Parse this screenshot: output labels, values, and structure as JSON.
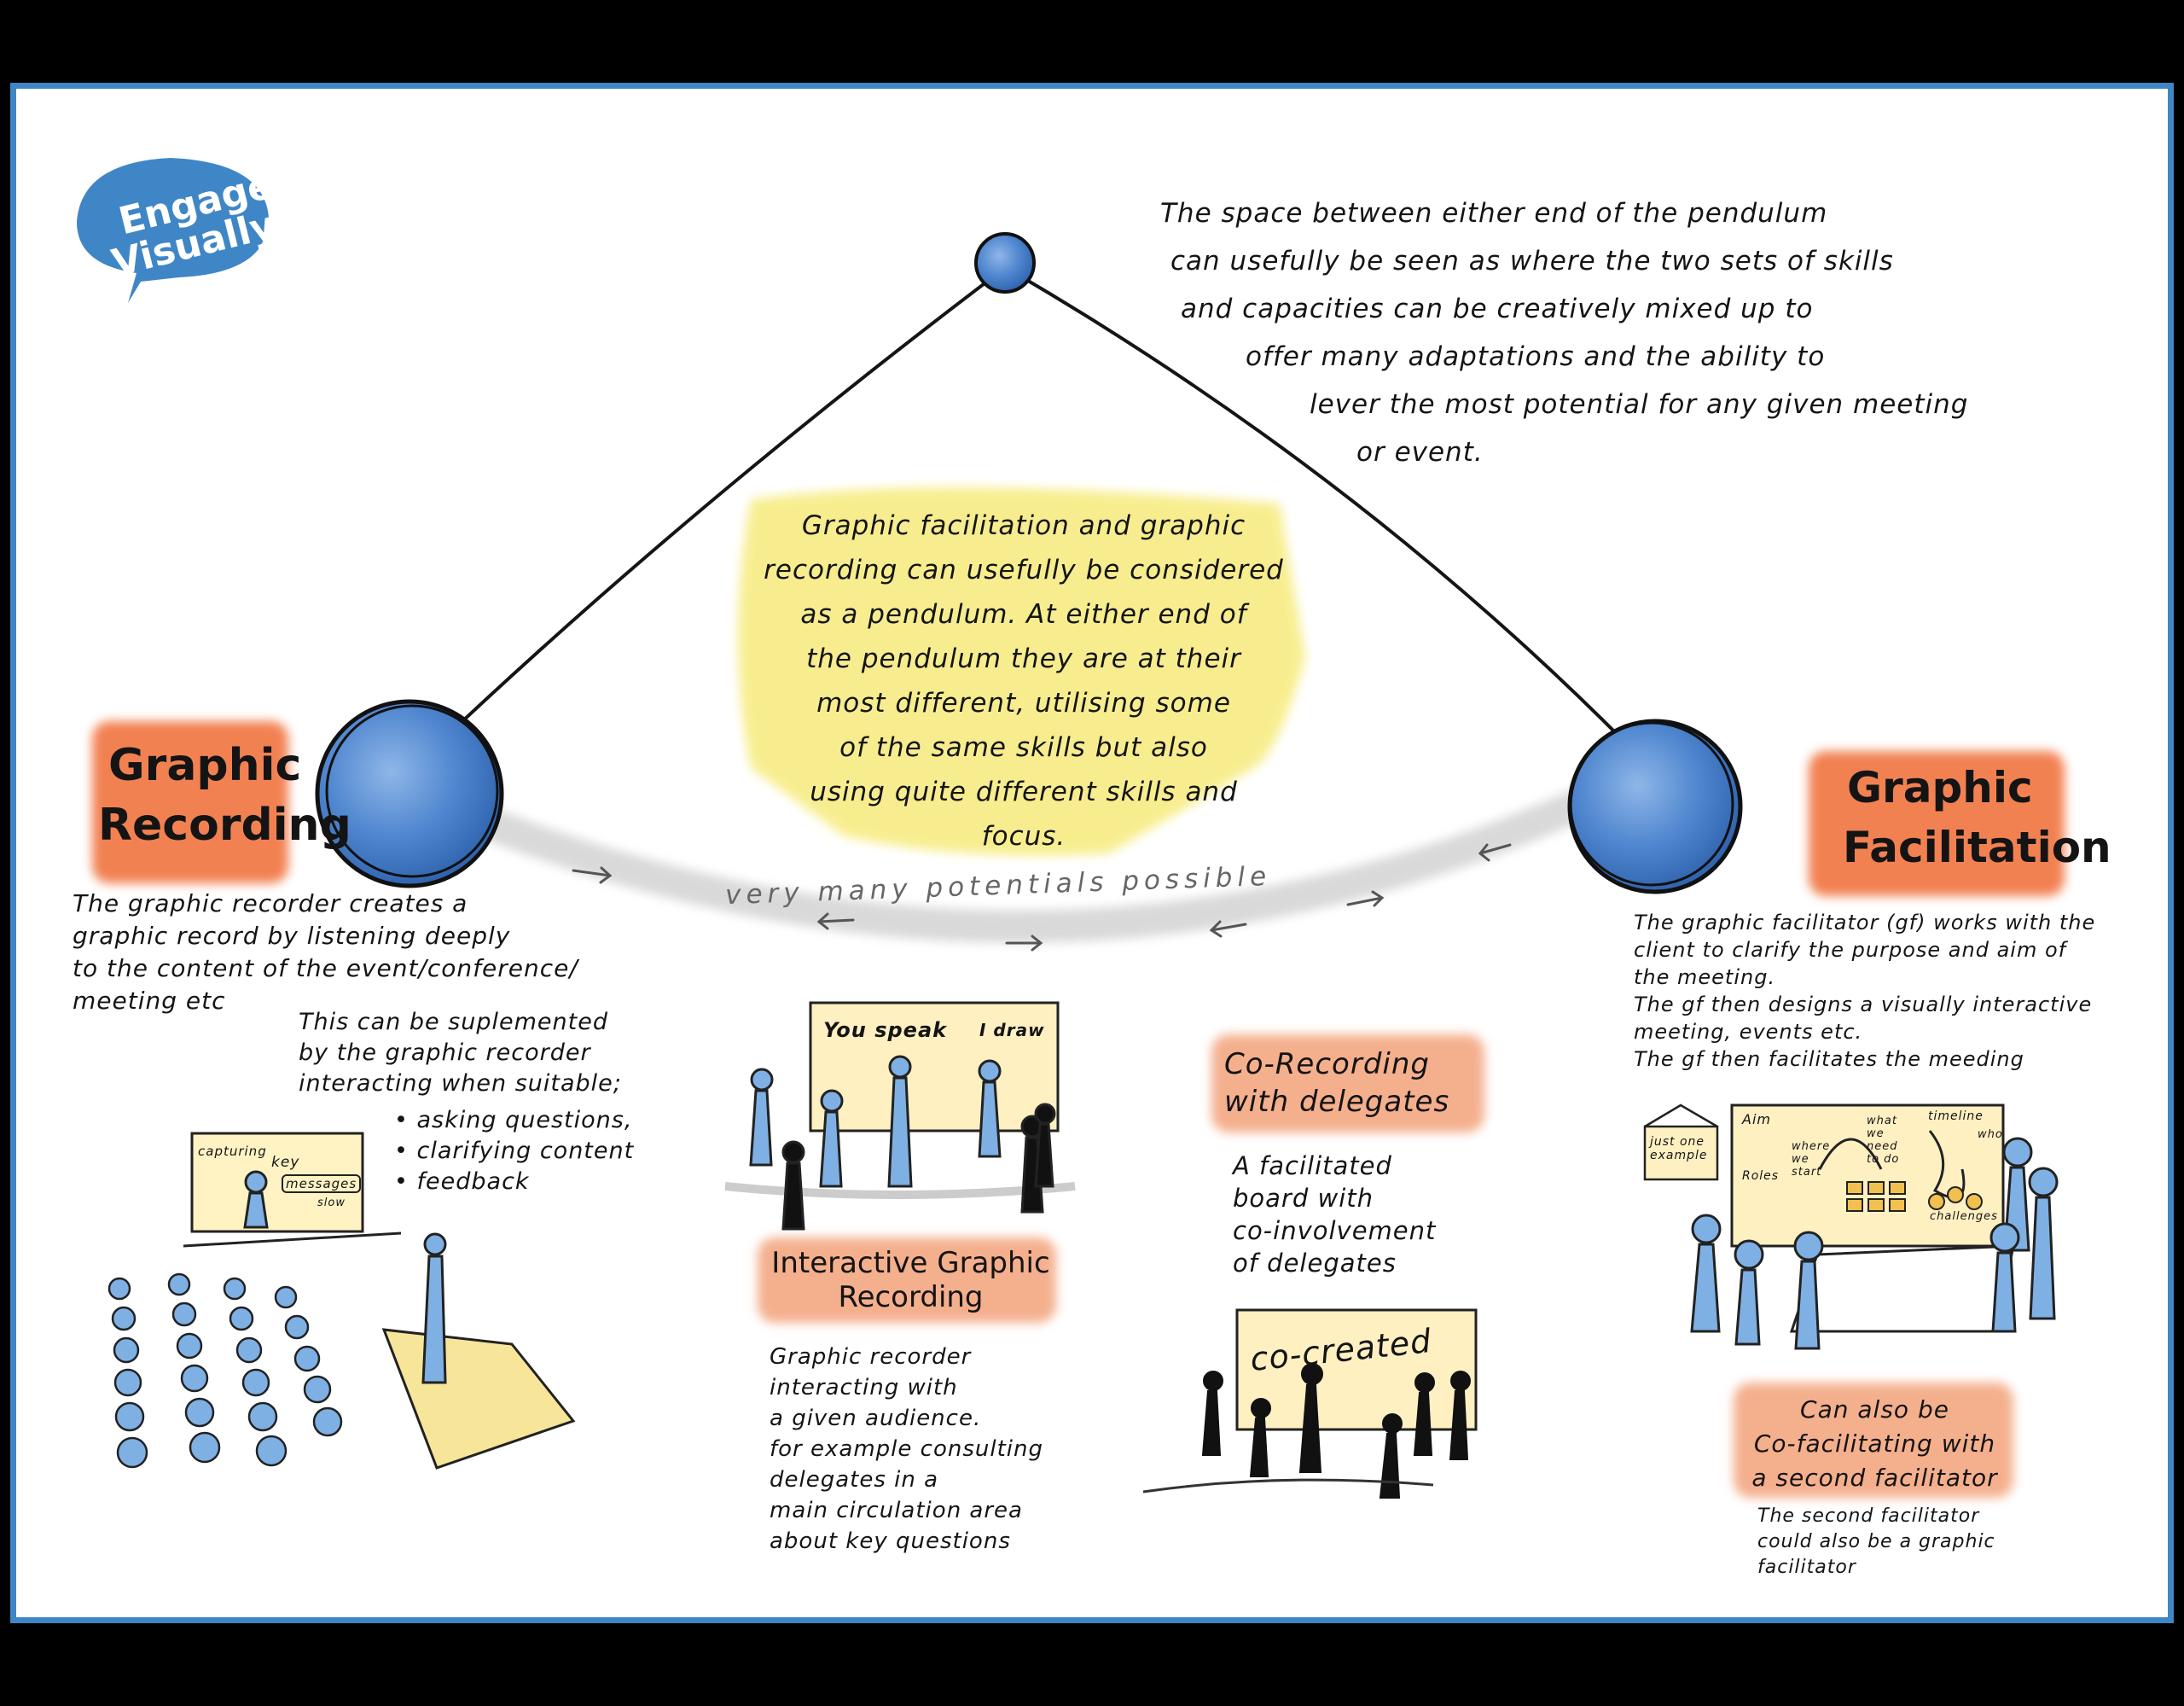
{
  "logo": {
    "line1": "Engage",
    "line2": "Visually"
  },
  "intro": {
    "lines": [
      "The space between either end of the pendulum",
      "can usefully be seen as where the two sets of skills",
      "and capacities can be creatively mixed up to",
      "offer many adaptations and the ability to",
      "lever the most potential for any given meeting",
      "or event."
    ]
  },
  "center_note": {
    "lines": [
      "Graphic facilitation and graphic",
      "recording can usefully be considered",
      "as a pendulum. At either end of",
      "the pendulum they are at their",
      "most different, utilising some",
      "of the same skills but also",
      "using quite different skills and",
      "focus."
    ]
  },
  "arc_label": "very many potentials possible",
  "graphic_recording": {
    "title_line1": "Graphic",
    "title_line2": "Recording",
    "desc": [
      "The graphic recorder creates a",
      "graphic record by listening deeply",
      "to the content of the event/conference/",
      "meeting etc"
    ],
    "supplement": [
      "This can be suplemented",
      "by the graphic recorder",
      "interacting when suitable;"
    ],
    "bullets": [
      "asking questions,",
      "clarifying content",
      "feedback"
    ],
    "board_labels": {
      "capturing": "capturing",
      "key": "key",
      "messages": "messages",
      "slow": "slow"
    }
  },
  "interactive": {
    "board_text1": "You speak",
    "board_text2": "I draw",
    "title_line1": "Interactive Graphic",
    "title_line2": "Recording",
    "desc": [
      "Graphic recorder",
      "interacting with",
      "a given audience.",
      "for example consulting",
      "delegates in a",
      "main circulation area",
      "about key questions"
    ]
  },
  "co_recording": {
    "title_line1": "Co-Recording",
    "title_line2": "with delegates",
    "desc": [
      "A facilitated",
      "board with",
      "co-involvement",
      "of delegates"
    ],
    "board_text": "co-created"
  },
  "graphic_facilitation": {
    "title_line1": "Graphic",
    "title_line2": "Facilitation",
    "desc": [
      "The graphic facilitator (gf) works with the",
      "client to clarify the purpose and aim of",
      "the meeting.",
      "The gf then designs a visually interactive",
      "meeting, events etc.",
      "The gf then facilitates the meeding"
    ],
    "board_labels": {
      "aim": "Aim",
      "roles": "Roles",
      "where_we_start": "where we start",
      "what_we_need": "what we need to do",
      "timeline": "timeline",
      "who": "who",
      "challenges": "challenges",
      "sign": "just one example"
    },
    "co_title": [
      "Can also be",
      "Co-facilitating with",
      "a second facilitator"
    ],
    "co_desc": [
      "The second facilitator",
      "could also be a graphic",
      "facilitator"
    ]
  },
  "colors": {
    "frame": "#3f86c6",
    "ball": "#4f86cf",
    "highlight_yellow": "#f7ec83",
    "highlight_orange": "#f1703a",
    "highlight_peach": "#f3a27a",
    "arc_grey": "#d6d6d6"
  }
}
